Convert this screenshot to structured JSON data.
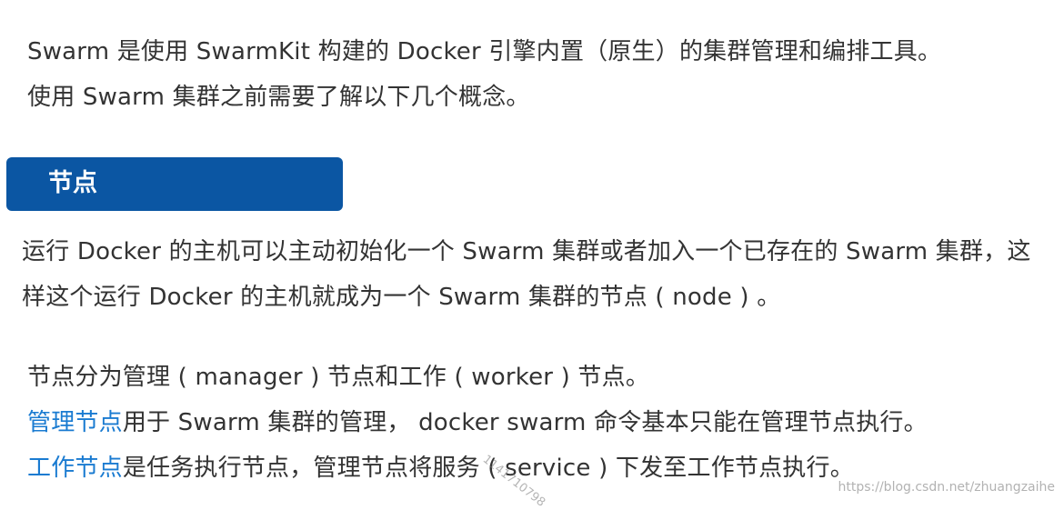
{
  "intro": {
    "line1": "Swarm 是使用 SwarmKit 构建的 Docker 引擎内置（原生）的集群管理和编排工具。",
    "line2": "使用 Swarm 集群之前需要了解以下几个概念。"
  },
  "section": {
    "title": "节点",
    "header_color": "#0b56a3"
  },
  "paragraph1": {
    "line1": "运行 Docker 的主机可以主动初始化一个 Swarm 集群或者加入一个已存在的 Swarm 集群，这",
    "line2": "样这个运行 Docker 的主机就成为一个 Swarm 集群的节点 ( node ) 。"
  },
  "paragraph2": {
    "line1": "节点分为管理 ( manager ) 节点和工作 ( worker ) 节点。",
    "manager_link": "管理节点",
    "manager_text": "用于 Swarm 集群的管理， docker swarm 命令基本只能在管理节点执行。",
    "worker_link": "工作节点",
    "worker_text": "是任务执行节点，管理节点将服务 ( service ) 下发至工作节点执行。",
    "link_color": "#1a7bd1"
  },
  "watermark": {
    "diagonal": "1141710798",
    "url": "https://blog.csdn.net/zhuangzaihe"
  }
}
